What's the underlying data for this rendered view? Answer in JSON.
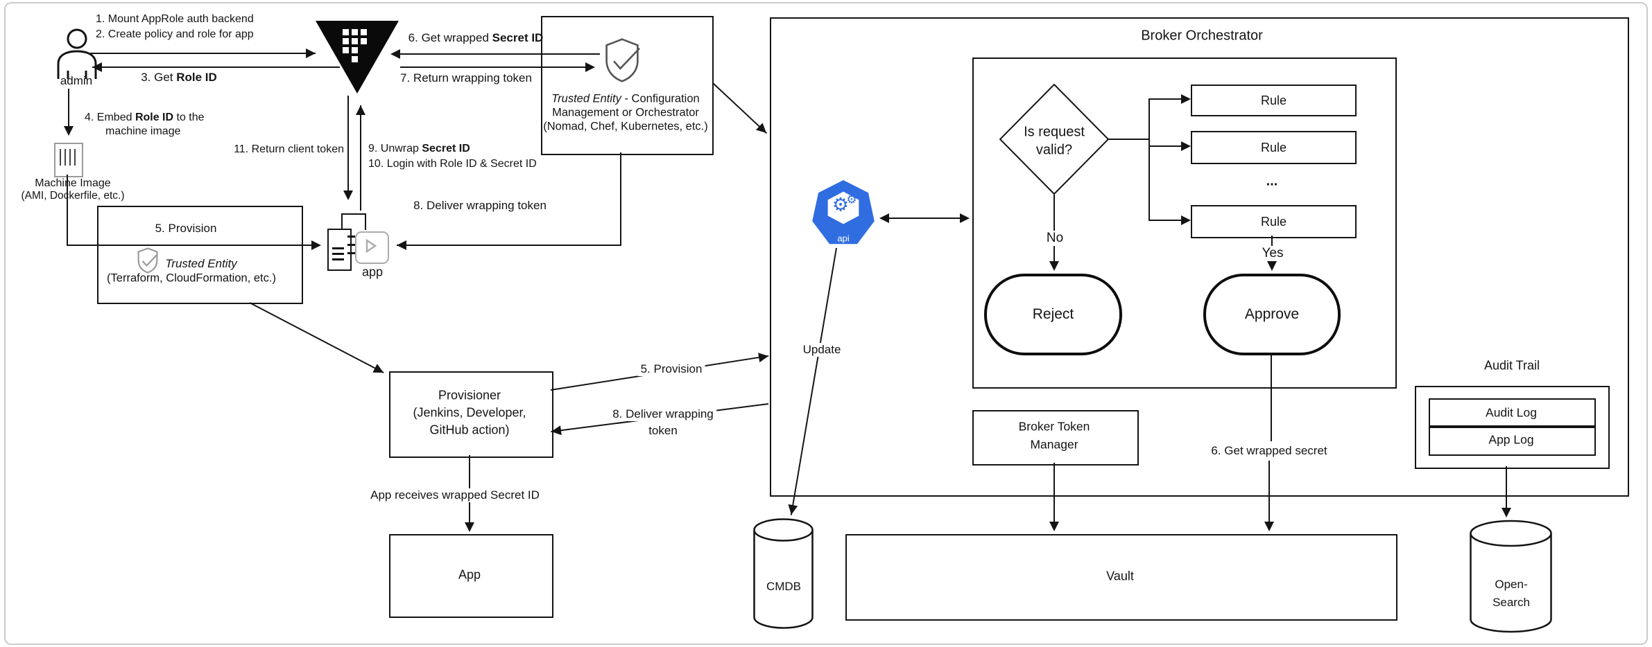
{
  "colors": {
    "line": "#141414",
    "k8s_blue": "#2f6de1",
    "frame": "#cccccc",
    "muted_icon": "#8f8f8f"
  },
  "admin": {
    "label": "admin"
  },
  "steps": {
    "s12a": "1. Mount AppRole auth backend",
    "s12b": "2. Create policy and role for app",
    "s3_pre": "3. Get ",
    "s3_b": "Role ID",
    "s4_pre": "4. Embed ",
    "s4_b": "Role ID",
    "s4_post": " to the",
    "s4_l2": "machine image",
    "s6_pre": "6. Get wrapped ",
    "s6_b": "Secret ID",
    "s7": "7. Return wrapping token",
    "s8": "8. Deliver wrapping token",
    "s9_pre": "9. Unwrap ",
    "s9_b": "Secret ID",
    "s10": "10. Login with Role ID & Secret ID",
    "s11": "11. Return client token"
  },
  "machine_image": {
    "title": "Machine Image",
    "subtitle": "(AMI, Dockerfile, etc.)"
  },
  "provision_box": {
    "title": "5. Provision",
    "entity_italic": "Trusted Entity",
    "subtitle": "(Terraform, CloudFormation, etc.)"
  },
  "config_box": {
    "l1_italic": "Trusted Entity",
    "l1_rest": " - Configuration",
    "l2": "Management or Orchestrator",
    "l3": "(Nomad, Chef, Kubernetes, etc.)"
  },
  "app_node": {
    "label": "app"
  },
  "provisioner": {
    "l1": "Provisioner",
    "l2": "(Jenkins, Developer,",
    "l3": "GitHub action)"
  },
  "flow_labels": {
    "provision": "5. Provision",
    "deliver_l1": "8. Deliver wrapping",
    "deliver_l2": "token",
    "receives": "App receives wrapped Secret ID",
    "update": "Update",
    "get_wrapped": "6. Get wrapped secret"
  },
  "app_box": {
    "label": "App"
  },
  "broker": {
    "title": "Broker Orchestrator",
    "api": "api",
    "diamond_l1": "Is request",
    "diamond_l2": "valid?",
    "rule": "Rule",
    "ellipsis": "...",
    "no": "No",
    "yes": "Yes",
    "reject": "Reject",
    "approve": "Approve",
    "btm_l1": "Broker Token",
    "btm_l2": "Manager"
  },
  "datastores": {
    "cmdb": "CMDB",
    "vault": "Vault",
    "os_l1": "Open-",
    "os_l2": "Search"
  },
  "audit": {
    "title": "Audit Trail",
    "rows": [
      "Audit Log",
      "App Log"
    ]
  }
}
